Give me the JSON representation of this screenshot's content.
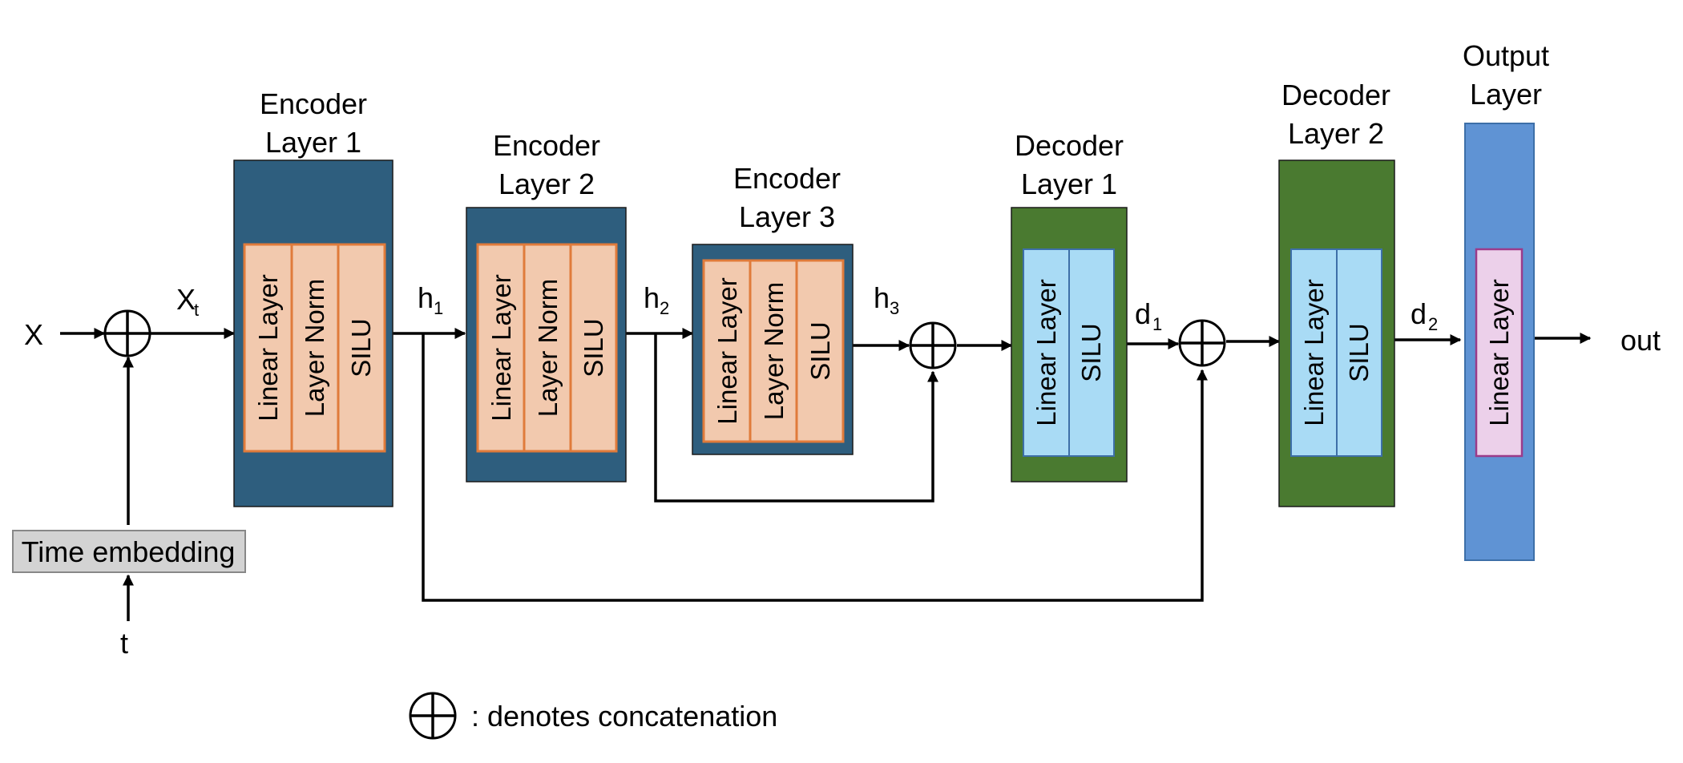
{
  "inputs": {
    "x": "X",
    "xt_main": "X",
    "xt_sub": "t",
    "t": "t",
    "out": "out",
    "time_embedding": "Time embedding"
  },
  "hidden": {
    "h1_main": "h",
    "h1_sub": "1",
    "h2_main": "h",
    "h2_sub": "2",
    "h3_main": "h",
    "h3_sub": "3",
    "d1_main": "d",
    "d1_sub": "1",
    "d2_main": "d",
    "d2_sub": "2"
  },
  "blocks": {
    "encoder1": {
      "title_line1": "Encoder",
      "title_line2": "Layer 1",
      "sublayers": [
        "Linear Layer",
        "Layer Norm",
        "SILU"
      ]
    },
    "encoder2": {
      "title_line1": "Encoder",
      "title_line2": "Layer 2",
      "sublayers": [
        "Linear Layer",
        "Layer Norm",
        "SILU"
      ]
    },
    "encoder3": {
      "title_line1": "Encoder",
      "title_line2": "Layer 3",
      "sublayers": [
        "Linear Layer",
        "Layer Norm",
        "SILU"
      ]
    },
    "decoder1": {
      "title_line1": "Decoder",
      "title_line2": "Layer 1",
      "sublayers": [
        "Linear Layer",
        "SILU"
      ]
    },
    "decoder2": {
      "title_line1": "Decoder",
      "title_line2": "Layer 2",
      "sublayers": [
        "Linear Layer",
        "SILU"
      ]
    },
    "output": {
      "title_line1": "Output",
      "title_line2": "Layer",
      "sublayers": [
        "Linear Layer"
      ]
    }
  },
  "legend": {
    "text": ": denotes concatenation"
  },
  "colors": {
    "encoder": "#2e5e7e",
    "encoder_sub": "#f2c9ae",
    "encoder_sub_border": "#e07b3b",
    "decoder": "#4a7a30",
    "decoder_sub": "#a9dbf5",
    "decoder_sub_border": "#3d6fa8",
    "output": "#5f93d4",
    "output_sub": "#ecd0ea",
    "output_sub_border": "#9b3b8a",
    "time_embedding": "#d3d3d3"
  }
}
